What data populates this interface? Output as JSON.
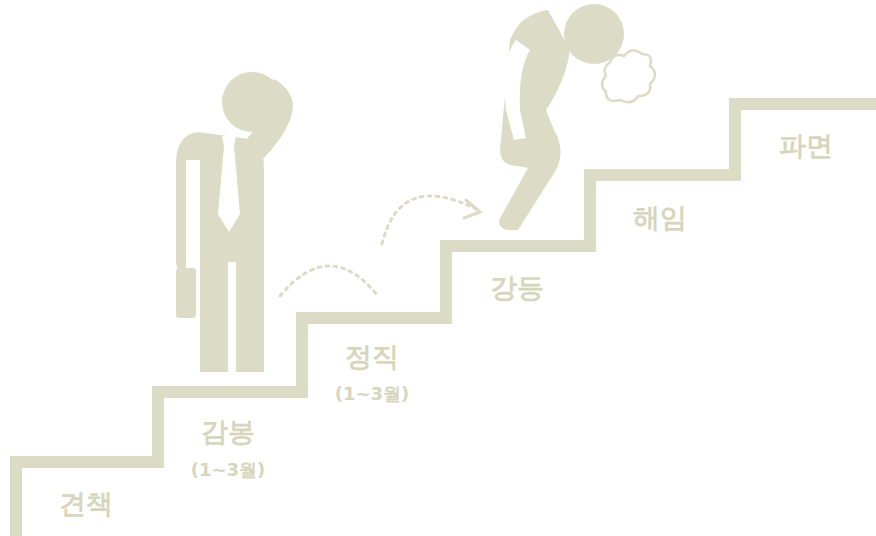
{
  "diagram": {
    "labels": [
      "견책",
      "감봉",
      "(1~3월)",
      "정직",
      "(1~3월)",
      "강등",
      "해임",
      "파면"
    ]
  }
}
